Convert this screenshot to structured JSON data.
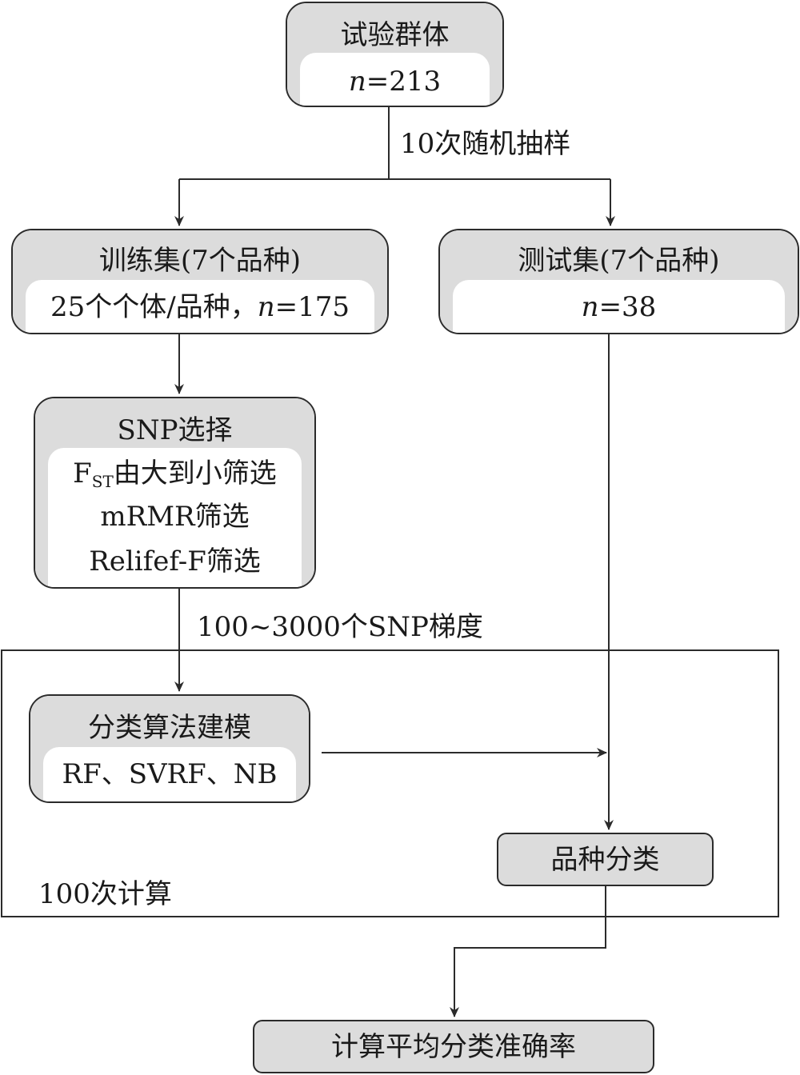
{
  "nodes": {
    "population": {
      "title": "试验群体",
      "n_var": "n",
      "n_value": "=213"
    },
    "training": {
      "title": "训练集(7个品种)",
      "detail_prefix": "25个个体/品种，",
      "n_var": "n",
      "n_value": "=175"
    },
    "test": {
      "title": "测试集(7个品种)",
      "n_var": "n",
      "n_value": "=38"
    },
    "snp": {
      "title": "SNP选择",
      "fst_main": "F",
      "fst_sub": "ST",
      "fst_rest": "由大到小筛选",
      "line2": "mRMR筛选",
      "line3": "Relifef-F筛选"
    },
    "model": {
      "title": "分类算法建模",
      "detail": "RF、SVRF、NB"
    },
    "classify": {
      "title": "品种分类"
    },
    "accuracy": {
      "title": "计算平均分类准确率"
    }
  },
  "edges": {
    "sampling_label": "10次随机抽样",
    "gradient_label": "100~3000个SNP梯度",
    "loop_label": "100次计算"
  }
}
